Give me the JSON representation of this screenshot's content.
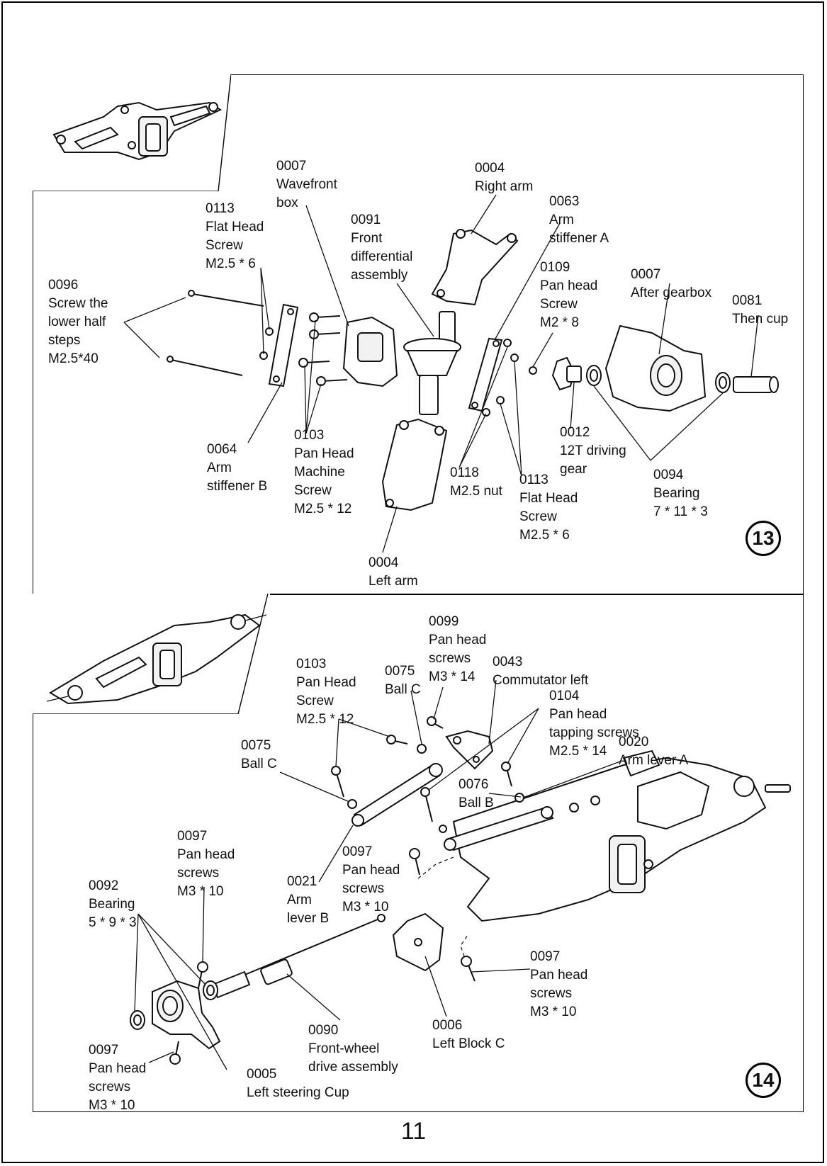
{
  "page_number": "11",
  "steps": [
    {
      "number": "13",
      "labels": [
        {
          "id": "l13-0007a",
          "text": "0007\nWavefront\nbox"
        },
        {
          "id": "l13-0113a",
          "text": "0113\nFlat Head\nScrew\nM2.5 * 6"
        },
        {
          "id": "l13-0091",
          "text": "0091\nFront\ndifferential\nassembly"
        },
        {
          "id": "l13-0004a",
          "text": "0004\nRight arm"
        },
        {
          "id": "l13-0063",
          "text": "0063\nArm\nstiffener A"
        },
        {
          "id": "l13-0109",
          "text": "0109\nPan head\nScrew\nM2 * 8"
        },
        {
          "id": "l13-0007b",
          "text": "0007\nAfter gearbox"
        },
        {
          "id": "l13-0081",
          "text": "0081\nThen cup"
        },
        {
          "id": "l13-0096",
          "text": "0096\nScrew the\nlower half\nsteps\nM2.5*40"
        },
        {
          "id": "l13-0064",
          "text": "0064\nArm\nstiffener B"
        },
        {
          "id": "l13-0103",
          "text": "0103\nPan Head\nMachine\nScrew\nM2.5 * 12"
        },
        {
          "id": "l13-0118",
          "text": "0118\nM2.5 nut"
        },
        {
          "id": "l13-0113b",
          "text": "0113\nFlat Head\nScrew\nM2.5 * 6"
        },
        {
          "id": "l13-0012",
          "text": "0012\n12T driving\ngear"
        },
        {
          "id": "l13-0094",
          "text": "0094\nBearing\n7 * 11 * 3"
        },
        {
          "id": "l13-0004b",
          "text": "0004\nLeft arm"
        }
      ]
    },
    {
      "number": "14",
      "labels": [
        {
          "id": "l14-0099",
          "text": "0099\nPan head\nscrews\nM3 * 14"
        },
        {
          "id": "l14-0103",
          "text": "0103\nPan Head\nScrew\nM2.5 * 12"
        },
        {
          "id": "l14-0075a",
          "text": "0075\nBall C"
        },
        {
          "id": "l14-0043",
          "text": "0043\nCommutator left"
        },
        {
          "id": "l14-0104",
          "text": "0104\nPan head\ntapping screws\nM2.5 * 14"
        },
        {
          "id": "l14-0075b",
          "text": "0075\nBall C"
        },
        {
          "id": "l14-0020",
          "text": "0020\nArm lever A"
        },
        {
          "id": "l14-0076",
          "text": "0076\nBall B"
        },
        {
          "id": "l14-0097a",
          "text": "0097\nPan head\nscrews\nM3 * 10"
        },
        {
          "id": "l14-0097b",
          "text": "0097\nPan head\nscrews\nM3 * 10"
        },
        {
          "id": "l14-0021",
          "text": "0021\nArm\nlever B"
        },
        {
          "id": "l14-0092",
          "text": "0092\nBearing\n5 * 9 * 3"
        },
        {
          "id": "l14-0097c",
          "text": "0097\nPan head\nscrews\nM3 * 10"
        },
        {
          "id": "l14-0090",
          "text": "0090\nFront-wheel\ndrive assembly"
        },
        {
          "id": "l14-0006",
          "text": "0006\nLeft Block C"
        },
        {
          "id": "l14-0097d",
          "text": "0097\nPan head\nscrews\nM3 * 10"
        },
        {
          "id": "l14-0005",
          "text": "0005\nLeft steering Cup"
        }
      ]
    }
  ]
}
